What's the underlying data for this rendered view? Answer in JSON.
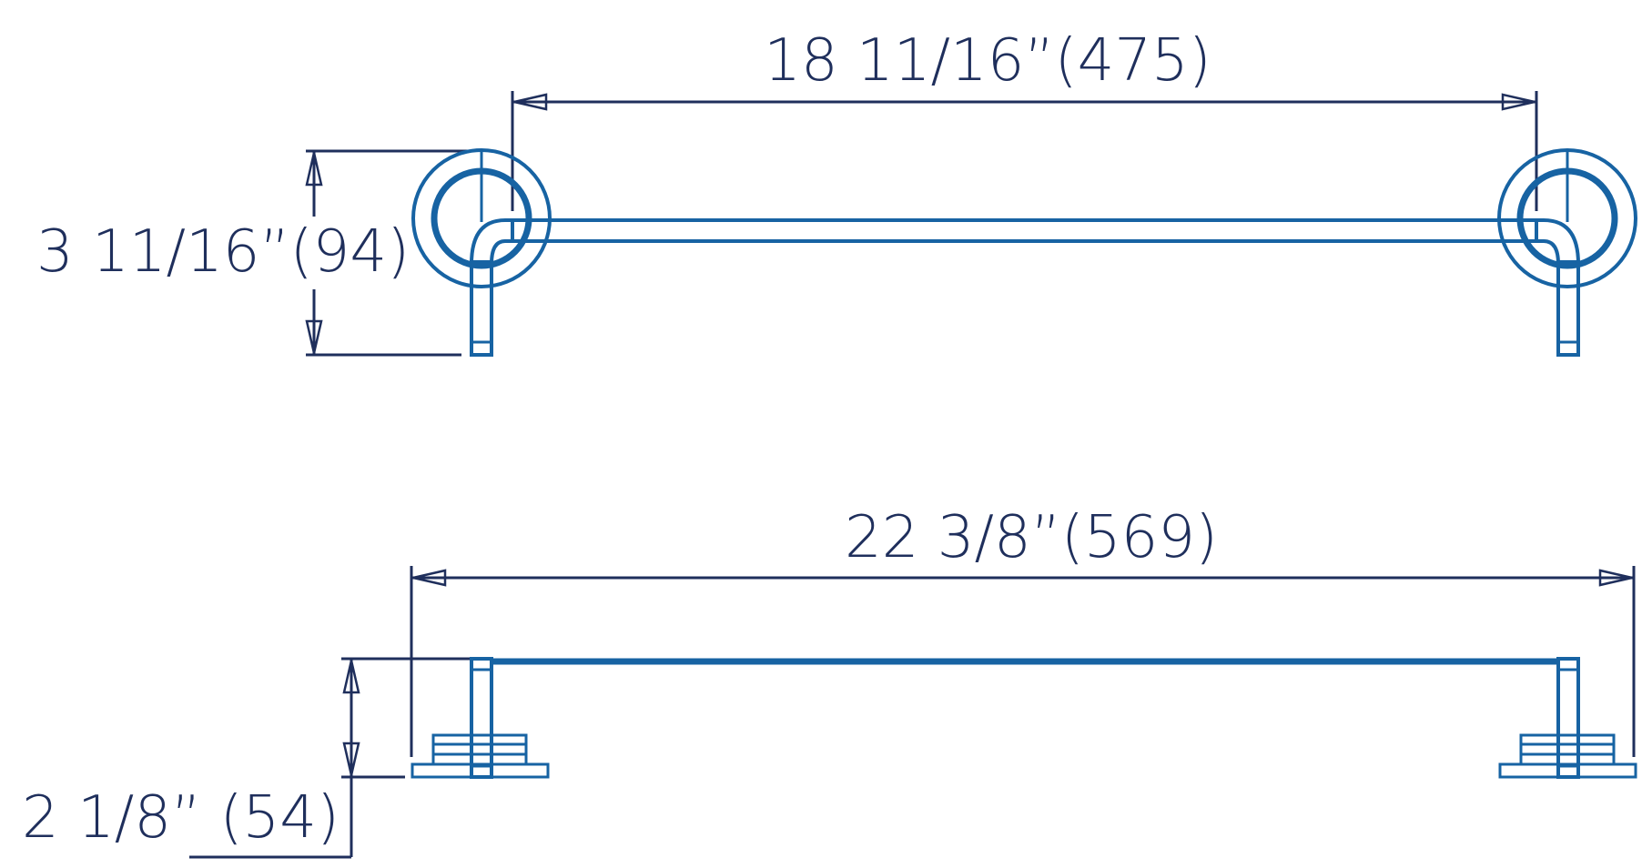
{
  "diagram": {
    "dimensions": {
      "top_rod_length": "18 11/16”(475)",
      "top_height": "3 11/16”(94)",
      "overall_length": "22 3/8”(569)",
      "projection": "2 1/8” (54)"
    },
    "colors": {
      "dimension_line": "#1f2f5c",
      "part_outline": "#1763a3",
      "background": "#ffffff"
    }
  }
}
